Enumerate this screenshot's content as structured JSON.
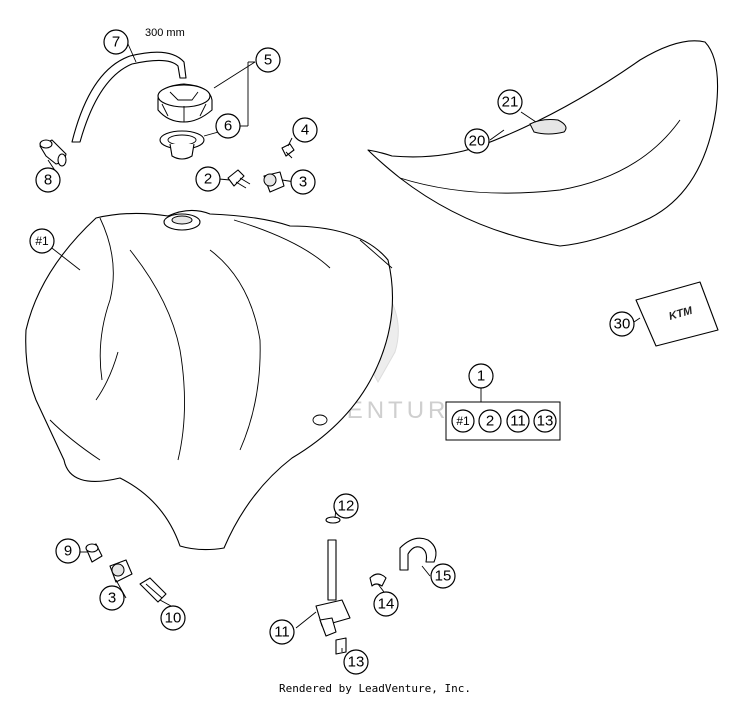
{
  "diagram": {
    "dimension_label": "300 mm",
    "watermark": "LEADVENTURE",
    "decal_logo": "KTM",
    "callouts": {
      "c1": "1",
      "c2": "2",
      "c3a": "3",
      "c3b": "3",
      "c4": "4",
      "c5": "5",
      "c6": "6",
      "c7": "7",
      "c8": "8",
      "c9": "9",
      "c10": "10",
      "c11": "11",
      "c12": "12",
      "c13": "13",
      "c14": "14",
      "c15": "15",
      "c20": "20",
      "c21": "21",
      "c30": "30",
      "c_tank": "#1"
    },
    "kit": {
      "k1": "#1",
      "k2": "2",
      "k3": "11",
      "k4": "13"
    }
  },
  "footer": {
    "text": "Rendered by LeadVenture, Inc."
  }
}
